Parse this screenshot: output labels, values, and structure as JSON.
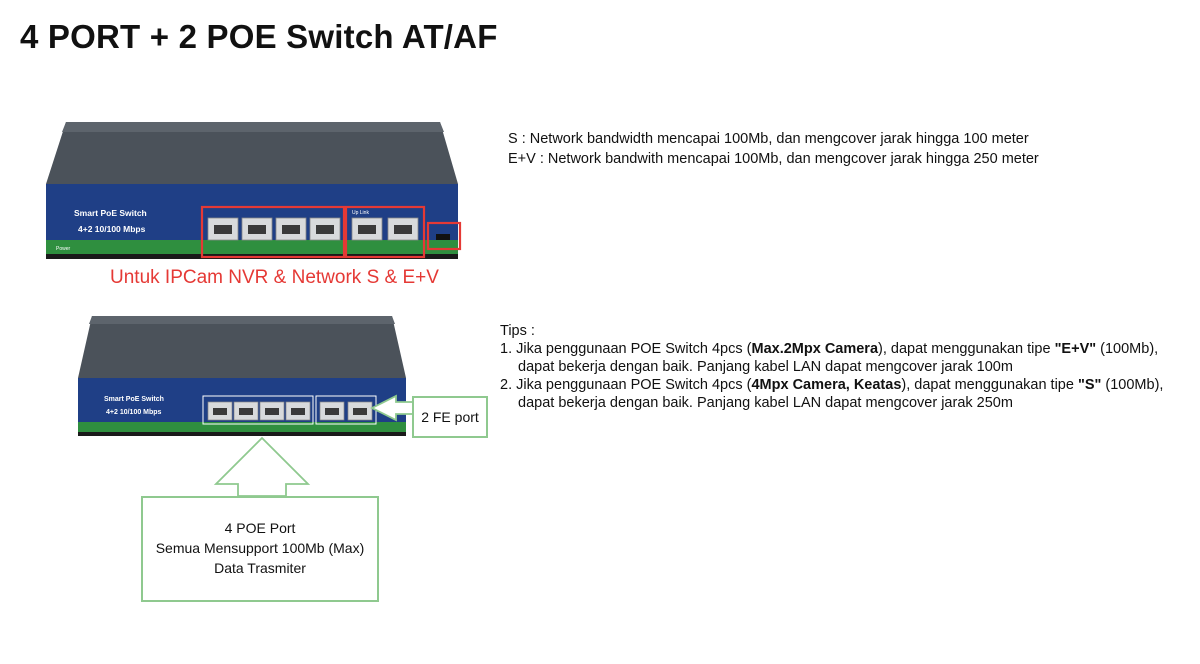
{
  "title": "4 PORT + 2 POE Switch AT/AF",
  "notes": {
    "s_line": "S : Network bandwidth mencapai 100Mb, dan mengcover jarak hingga 100 meter",
    "ev_line": "E+V : Network bandwith mencapai 100Mb, dan mengcover jarak hingga 250 meter"
  },
  "device": {
    "brand": "Smart PoE Switch",
    "spec": "4+2 10/100 Mbps",
    "uplink_label": "Up Link",
    "power_label": "Power"
  },
  "red_caption": "Untuk IPCam NVR & Network S & E+V",
  "tips": {
    "heading": "Tips :",
    "t1_a": "1. Jika penggunaan POE Switch 4pcs (",
    "t1_b": "Max.2Mpx Camera",
    "t1_c": "), dapat menggunakan tipe ",
    "t1_d": "\"E+V\"",
    "t1_e": " (100Mb),",
    "t1_line2": "dapat bekerja dengan baik. Panjang kabel LAN dapat mengcover jarak 100m",
    "t2_a": "2. Jika penggunaan POE Switch 4pcs (",
    "t2_b": "4Mpx Camera, Keatas",
    "t2_c": "), dapat menggunakan tipe ",
    "t2_d": "\"S\"",
    "t2_e": " (100Mb),",
    "t2_line2": "dapat bekerja dengan baik. Panjang kabel LAN dapat mengcover jarak 250m"
  },
  "fe_callout": "2 FE port",
  "poe_callout": {
    "line1": "4 POE Port",
    "line2": "Semua Mensupport 100Mb (Max)",
    "line3": "Data Trasmiter"
  },
  "colors": {
    "red": "#e53935",
    "green_outline": "#8fc98f",
    "switch_face": "#1f3f86",
    "switch_top": "#4a5159",
    "green_strip": "#2f8f3f"
  }
}
